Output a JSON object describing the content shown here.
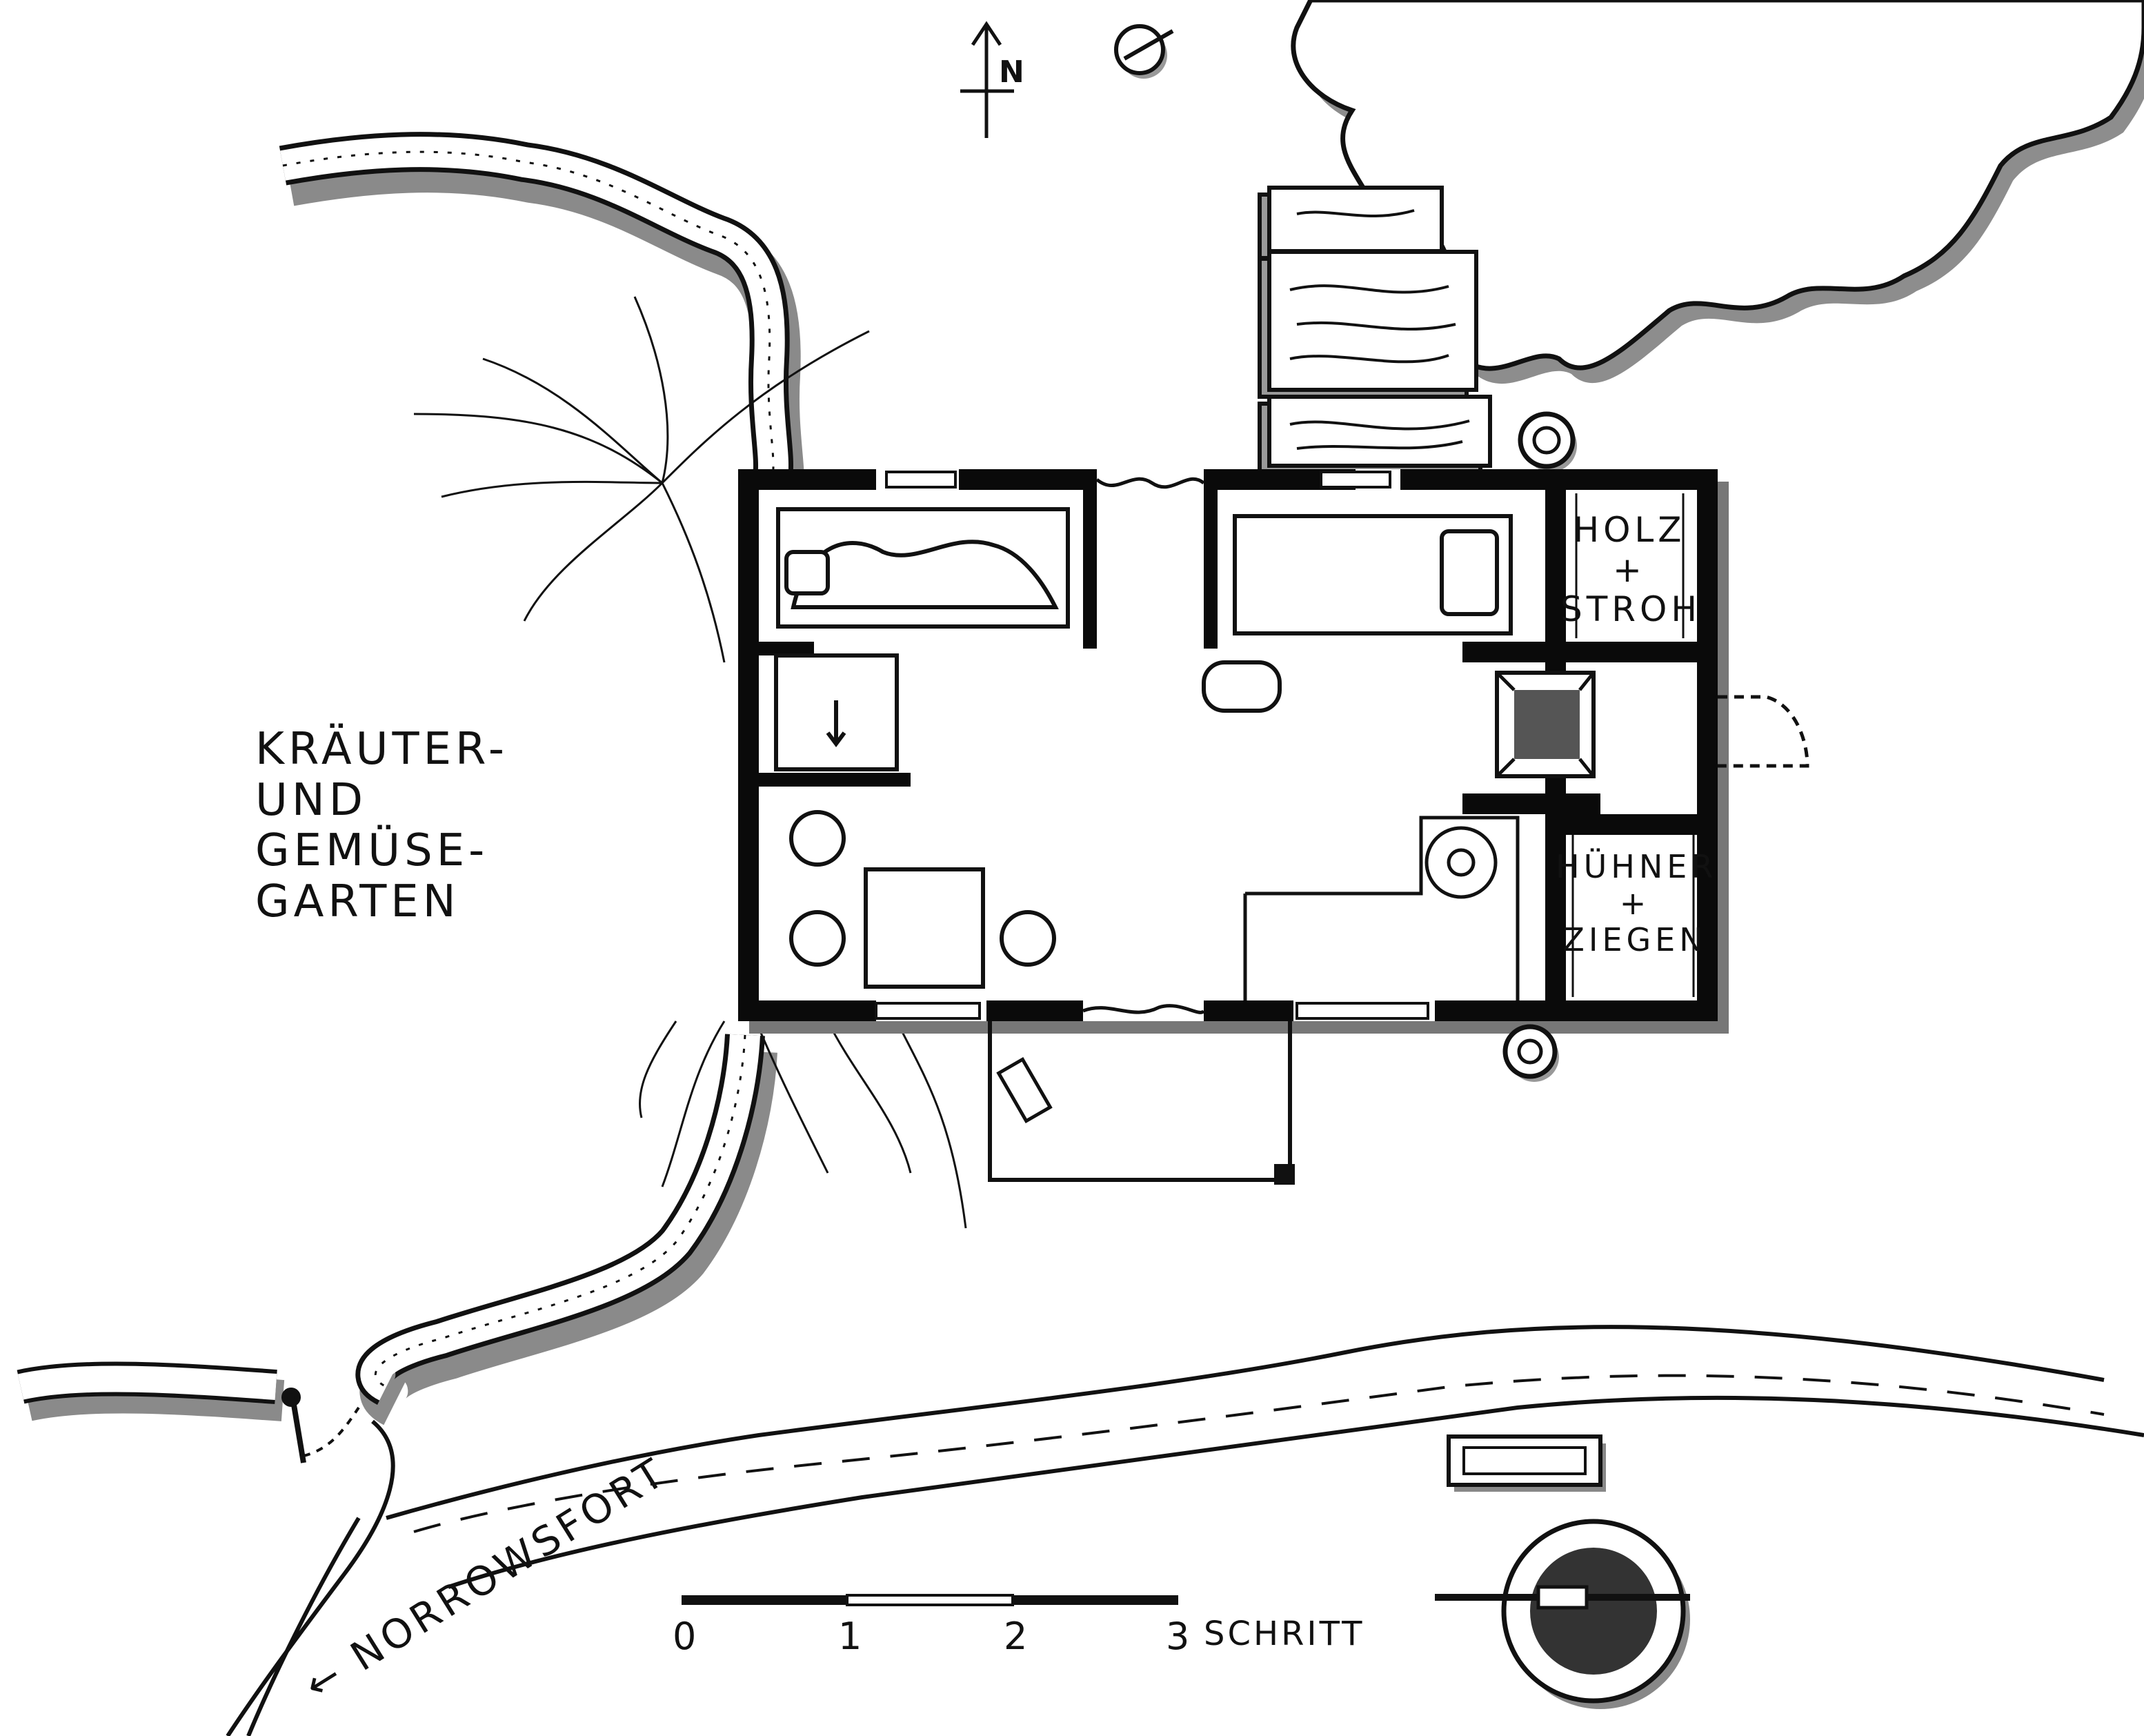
{
  "map": {
    "north_label": "N",
    "garden_lines": [
      "KRÄUTER-",
      "UND",
      "GEMÜSE-",
      "GARTEN"
    ],
    "storage_lines": [
      "HOLZ",
      "+",
      "STROH"
    ],
    "stable_lines": [
      "HÜHNER",
      "+",
      "ZIEGEN"
    ],
    "road_label": "← NORROWSFORT",
    "scale": {
      "ticks": [
        "0",
        "1",
        "2",
        "3"
      ],
      "unit": "SCHRITT",
      "unit_value": 3
    },
    "icons": [
      "north-arrow-icon",
      "bed-icon",
      "hatch-arrow-icon",
      "well-icon",
      "barrel-icon",
      "stool-icon",
      "hearth-icon",
      "signpost-icon",
      "tree-icon"
    ],
    "colors": {
      "ink": "#111111",
      "wall": "#0a0a0a",
      "shade": "#9a9a9a",
      "paper": "#ffffff",
      "hearth": "#555555"
    }
  }
}
